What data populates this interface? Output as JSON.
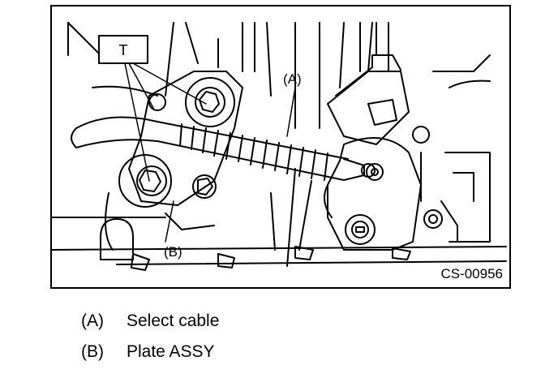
{
  "figure": {
    "code": "CS-00956",
    "callouts": {
      "t": "T",
      "a": "(A)",
      "b": "(B)"
    }
  },
  "legend": [
    {
      "key": "(A)",
      "text": "Select cable"
    },
    {
      "key": "(B)",
      "text": "Plate ASSY"
    }
  ]
}
